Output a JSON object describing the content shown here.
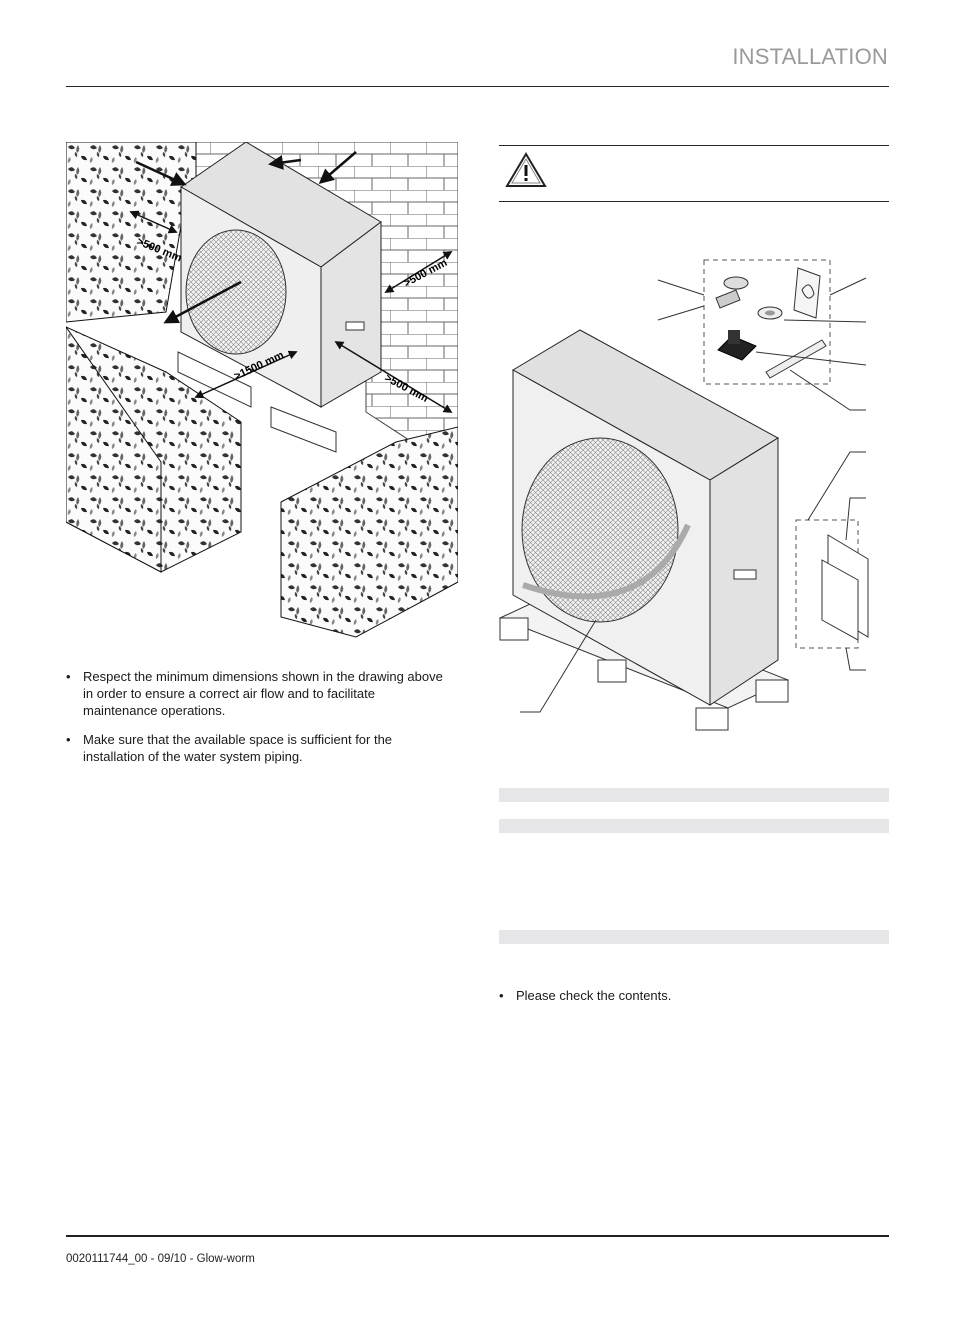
{
  "header": {
    "section_title": "INSTALLATION"
  },
  "left_figure": {
    "dim_labels": [
      ">500 mm",
      ">500 mm",
      ">1500 mm",
      ">500 mm"
    ]
  },
  "left_bullets": [
    "Respect the minimum dimensions shown in the drawing above in order to ensure a correct air flow and to facilitate maintenance operations.",
    "Make sure that the available space is sufficient for the installation of the water system piping."
  ],
  "warning": {
    "icon": "warning-triangle-icon"
  },
  "right_bullets": [
    "Please check the contents."
  ],
  "footer": {
    "text": "0020111744_00 - 09/10 - Glow-worm"
  }
}
